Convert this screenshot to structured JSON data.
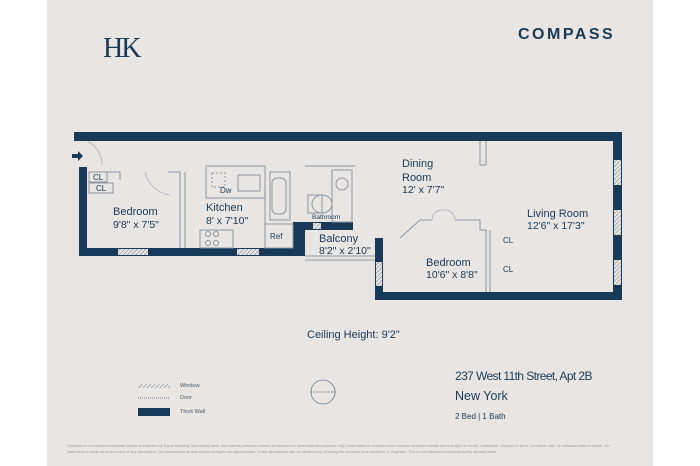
{
  "brand": {
    "left_logo": "HK",
    "right_logo": "COMPASS"
  },
  "rooms": [
    {
      "name": "Bedroom",
      "dimensions": "9'8\" x 7'5\""
    },
    {
      "name": "Kitchen",
      "dimensions": "8' x 7'10\""
    },
    {
      "name": "Balcony",
      "dimensions": "8'2\" x 2'10\""
    },
    {
      "name": "Dining Room",
      "name_line1": "Dining",
      "name_line2": "Room",
      "dimensions": "12' x 7'7\""
    },
    {
      "name": "Bedroom",
      "dimensions": "10'6\" x 8'8\""
    },
    {
      "name": "Living Room",
      "dimensions": "12'6\" x 17'3\""
    }
  ],
  "fixtures": {
    "closet": "CL",
    "dishwasher": "Dw",
    "refrigerator": "Ref",
    "bathroom": "Bathroom"
  },
  "ceiling_height": "Ceiling Height: 9'2\"",
  "listing": {
    "address": "237 West 11th Street, Apt 2B",
    "city": "New York",
    "summary": "2 Bed | 1 Bath"
  },
  "legend": [
    {
      "label": "Window",
      "symbol": "hatched"
    },
    {
      "label": "Door",
      "symbol": "dotted"
    },
    {
      "label": "Thick Wall",
      "symbol": "solid"
    }
  ],
  "colors": {
    "navy": "#173a59",
    "background": "#e9e5e2"
  },
  "disclaimer": "Compass is a licensed real estate broker and abides by Equal Housing Opportunity laws. All material presented herein is intended for informational purposes only. Information is compiled from sources deemed reliable but is subject to errors, omissions, changes in price, condition, sale, or withdraw without notice. No statement is made as to accuracy of any description. All measurements and square footages are approximate. Exact dimensions can be obtained by retaining the services of an architect or engineer. This is not intended to solicit property already listed."
}
